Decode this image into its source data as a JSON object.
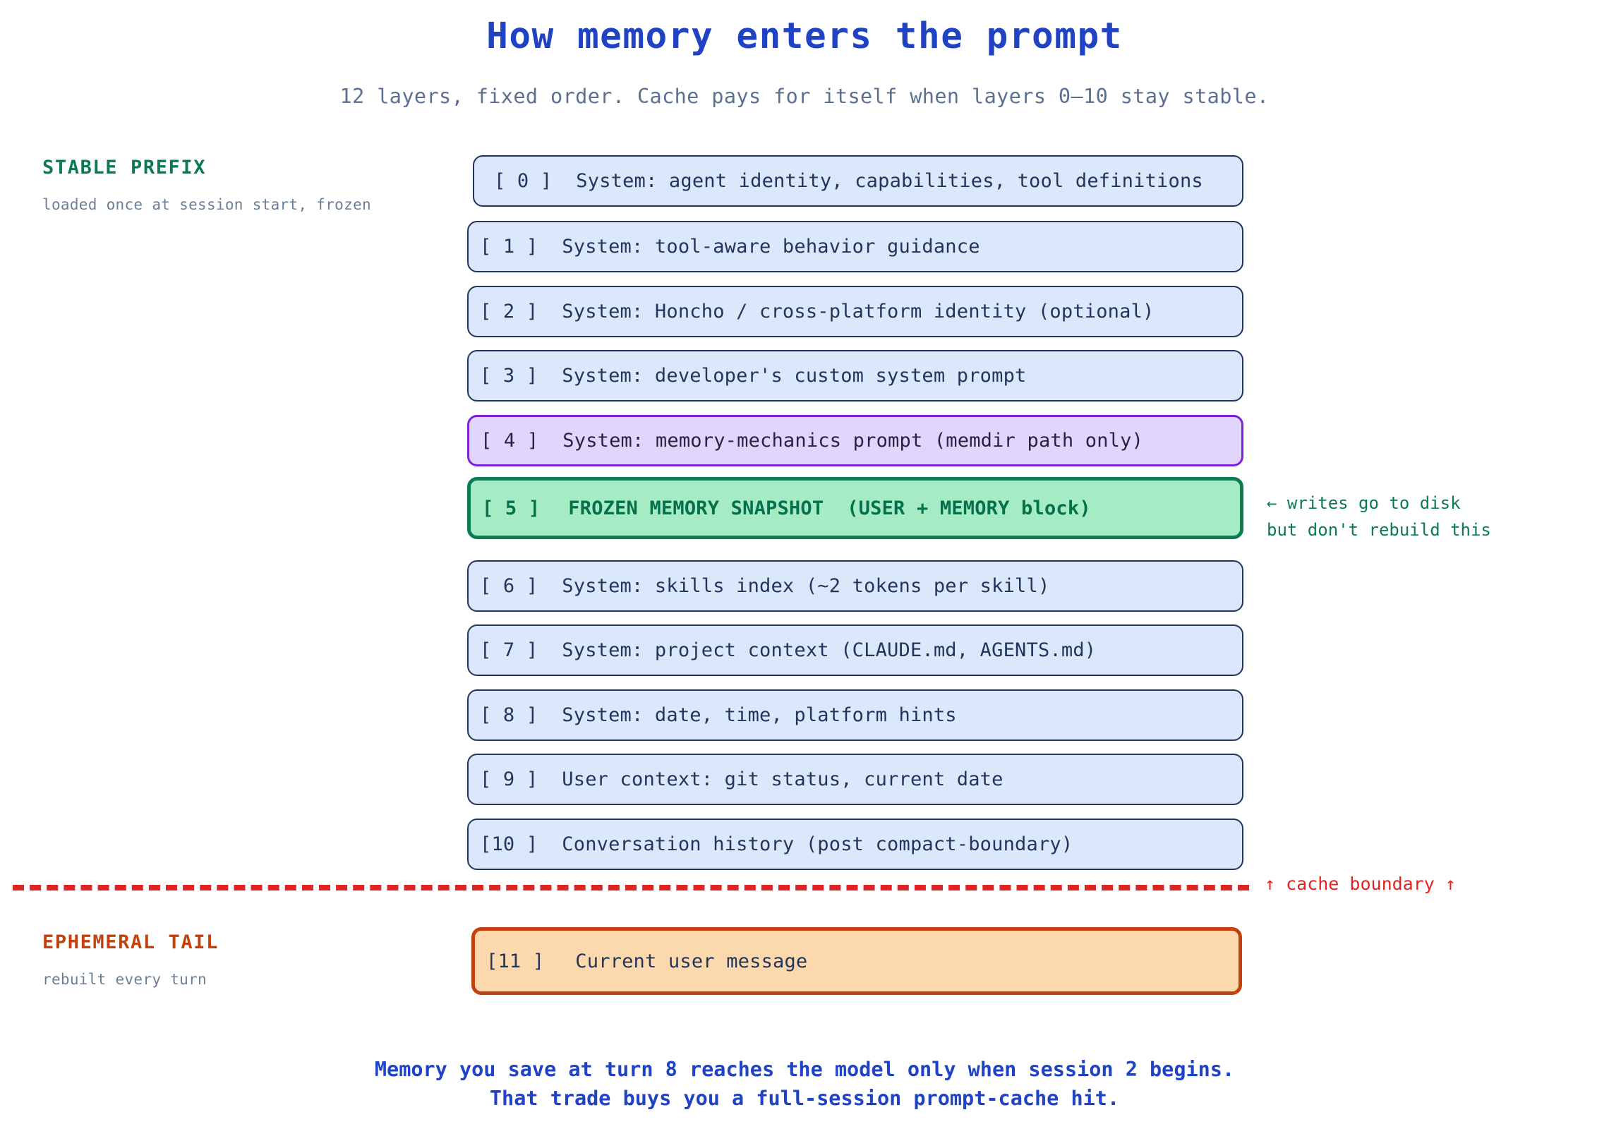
{
  "header": {
    "title": "How memory enters the prompt",
    "subtitle": "12 layers, fixed order. Cache pays for itself when layers 0–10 stay stable."
  },
  "sections": {
    "stable": {
      "heading": "STABLE PREFIX",
      "subtext": "loaded once at session start, frozen"
    },
    "ephemeral": {
      "heading": "EPHEMERAL TAIL",
      "subtext": "rebuilt every turn"
    }
  },
  "layers": [
    {
      "index": "[ 0 ]",
      "label": "System: agent identity, capabilities, tool definitions",
      "kind": "system"
    },
    {
      "index": "[ 1 ]",
      "label": "System: tool-aware behavior guidance",
      "kind": "system"
    },
    {
      "index": "[ 2 ]",
      "label": "System: Honcho / cross-platform identity (optional)",
      "kind": "system"
    },
    {
      "index": "[ 3 ]",
      "label": "System: developer's custom system prompt",
      "kind": "system"
    },
    {
      "index": "[ 4 ]",
      "label": "System: memory-mechanics prompt (memdir path only)",
      "kind": "memory-mechanics"
    },
    {
      "index": "[ 5 ]",
      "label": "FROZEN MEMORY SNAPSHOT  (USER + MEMORY block)",
      "kind": "frozen-snapshot"
    },
    {
      "index": "[ 6 ]",
      "label": "System: skills index (~2 tokens per skill)",
      "kind": "system"
    },
    {
      "index": "[ 7 ]",
      "label": "System: project context (CLAUDE.md, AGENTS.md)",
      "kind": "system"
    },
    {
      "index": "[ 8 ]",
      "label": "System: date, time, platform hints",
      "kind": "system"
    },
    {
      "index": "[ 9 ]",
      "label": "User context: git status, current date",
      "kind": "system"
    },
    {
      "index": "[10 ]",
      "label": "Conversation history (post compact-boundary)",
      "kind": "system"
    },
    {
      "index": "[11 ]",
      "label": "Current user message",
      "kind": "ephemeral"
    }
  ],
  "annotations": {
    "frozen_note": "← writes go to disk\nbut don't rebuild this",
    "cache_boundary": "↑ cache boundary ↑"
  },
  "footer": {
    "text": "Memory you save at turn 8 reaches the model only when session 2 begins.\nThat trade buys you a full-session prompt-cache hit."
  },
  "colors": {
    "title_blue": "#1f43c4",
    "subtitle_gray": "#5b7091",
    "stable_green": "#0c7a52",
    "ephemeral_orange": "#c2410c",
    "system_fill": "#dbe7fa",
    "system_border": "#22355c",
    "mechanics_fill": "#e1d5fb",
    "mechanics_border": "#7c22d8",
    "frozen_fill": "#a5ecc4",
    "frozen_border": "#0c7a52",
    "ephemeral_fill": "#fbd9ad",
    "ephemeral_border": "#c2410c",
    "cache_red": "#e02424"
  }
}
